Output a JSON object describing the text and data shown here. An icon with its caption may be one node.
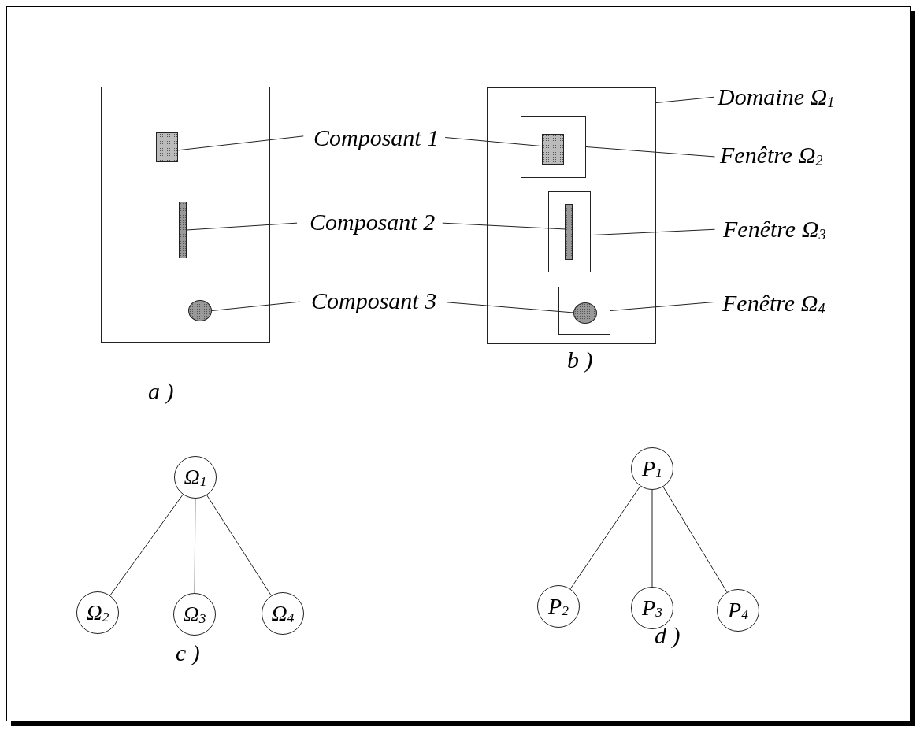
{
  "diagram": {
    "nodes": [
      {
        "text": [],
        "shape": "box"
      },
      {
        "text": [],
        "shape": "box",
        "in": 0
      },
      {
        "text": [],
        "shape": "bar",
        "in": 0
      },
      {
        "text": [],
        "shape": "circle",
        "in": 0
      },
      {
        "text": [
          "Composant 1"
        ]
      },
      {
        "text": [
          "Composant 2"
        ]
      },
      {
        "text": [
          "Composant 3"
        ]
      },
      {
        "text": [],
        "shape": "box"
      },
      {
        "text": [],
        "shape": "box",
        "in": 7
      },
      {
        "text": [],
        "shape": "box",
        "in": 8
      },
      {
        "text": [],
        "shape": "box",
        "in": 7
      },
      {
        "text": [],
        "shape": "bar",
        "in": 10
      },
      {
        "text": [],
        "shape": "box",
        "in": 7
      },
      {
        "text": [],
        "shape": "circle",
        "in": 12
      },
      {
        "text": [
          "Domaine Ω$_{1}$"
        ]
      },
      {
        "text": [
          "Fenêtre Ω$_{2}$"
        ]
      },
      {
        "text": [
          "Fenêtre Ω$_{3}$"
        ]
      },
      {
        "text": [
          "Fenêtre Ω$_{4}$"
        ]
      },
      {
        "text": [
          "Ω$_{1}$"
        ]
      },
      {
        "text": [
          "Ω$_{2}$"
        ]
      },
      {
        "text": [
          "Ω$_{3}$"
        ]
      },
      {
        "text": [
          "Ω$_{4}$"
        ]
      },
      {
        "text": [
          "P$_{1}$"
        ]
      },
      {
        "text": [
          "P$_{2}$"
        ]
      },
      {
        "text": [
          "P$_{3}$"
        ]
      },
      {
        "text": [
          "P$_{4}$"
        ]
      }
    ],
    "edges": [
      {
        "from": 4,
        "to": 1,
        "arrow": "none"
      },
      {
        "from": 4,
        "to": 9,
        "arrow": "none"
      },
      {
        "from": 5,
        "to": 2,
        "arrow": "none"
      },
      {
        "from": 5,
        "to": 11,
        "arrow": "none"
      },
      {
        "from": 6,
        "to": 3,
        "arrow": "none"
      },
      {
        "from": 6,
        "to": 13,
        "arrow": "none"
      },
      {
        "from": 14,
        "to": 7,
        "arrow": "none"
      },
      {
        "from": 15,
        "to": 8,
        "arrow": "none"
      },
      {
        "from": 16,
        "to": 10,
        "arrow": "none"
      },
      {
        "from": 17,
        "to": 12,
        "arrow": "none"
      },
      {
        "from": 18,
        "to": 19,
        "arrow": "none"
      },
      {
        "from": 18,
        "to": 20,
        "arrow": "none"
      },
      {
        "from": 18,
        "to": 21,
        "arrow": "none"
      },
      {
        "from": 22,
        "to": 23,
        "arrow": "none"
      },
      {
        "from": 22,
        "to": 24,
        "arrow": "none"
      },
      {
        "from": 22,
        "to": 25,
        "arrow": "none"
      }
    ],
    "labels": [
      "b )",
      "a )",
      "c )",
      "d )"
    ]
  }
}
